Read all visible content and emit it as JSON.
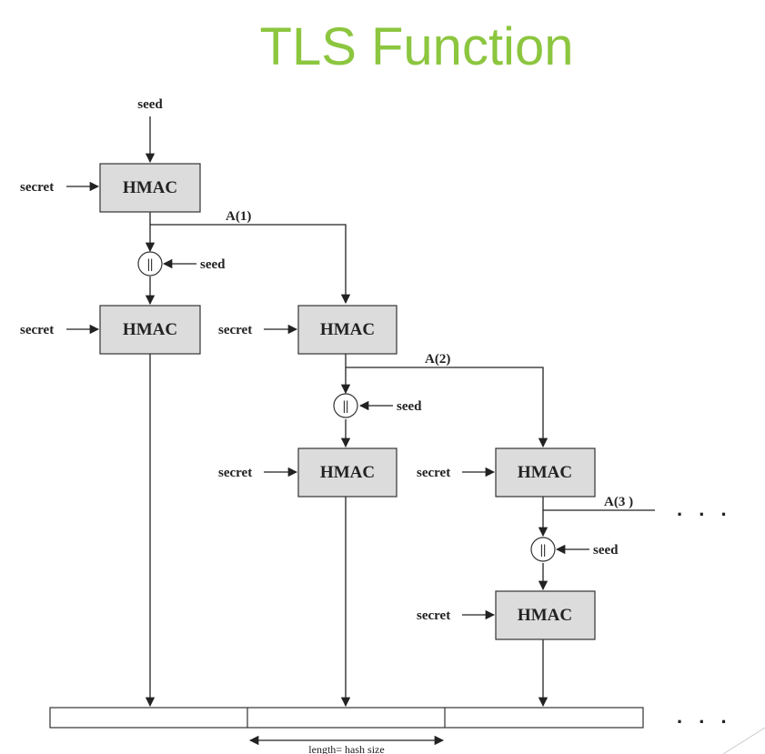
{
  "title": "TLS Function",
  "labels": {
    "seed": "seed",
    "secret": "secret",
    "hmac": "HMAC",
    "concat": "||",
    "a1": "A(1)",
    "a2": "A(2)",
    "a3": "A(3 )",
    "ellipsis": ". . .",
    "length": "length= hash size"
  }
}
